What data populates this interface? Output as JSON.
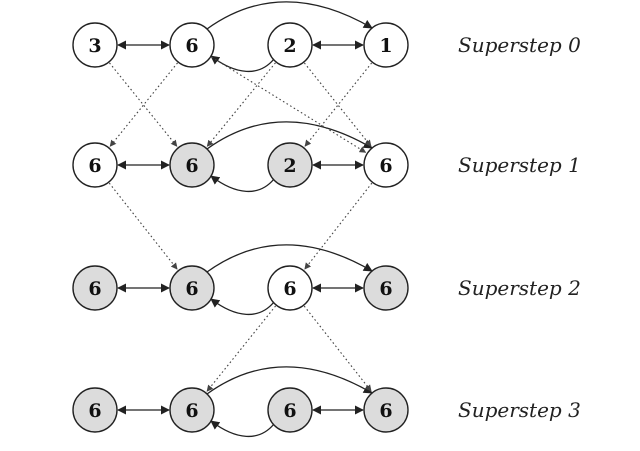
{
  "colors": {
    "inactive_fill": "#ffffff",
    "active_fill": "#dcdcdc",
    "stroke": "#222222"
  },
  "supersteps": [
    {
      "label": "Superstep 0",
      "nodes": [
        {
          "value": "3",
          "shaded": false
        },
        {
          "value": "6",
          "shaded": false
        },
        {
          "value": "2",
          "shaded": false
        },
        {
          "value": "1",
          "shaded": false
        }
      ]
    },
    {
      "label": "Superstep 1",
      "nodes": [
        {
          "value": "6",
          "shaded": false
        },
        {
          "value": "6",
          "shaded": true
        },
        {
          "value": "2",
          "shaded": true
        },
        {
          "value": "6",
          "shaded": false
        }
      ]
    },
    {
      "label": "Superstep 2",
      "nodes": [
        {
          "value": "6",
          "shaded": true
        },
        {
          "value": "6",
          "shaded": true
        },
        {
          "value": "6",
          "shaded": false
        },
        {
          "value": "6",
          "shaded": true
        }
      ]
    },
    {
      "label": "Superstep 3",
      "nodes": [
        {
          "value": "6",
          "shaded": true
        },
        {
          "value": "6",
          "shaded": true
        },
        {
          "value": "6",
          "shaded": true
        },
        {
          "value": "6",
          "shaded": true
        }
      ]
    }
  ]
}
